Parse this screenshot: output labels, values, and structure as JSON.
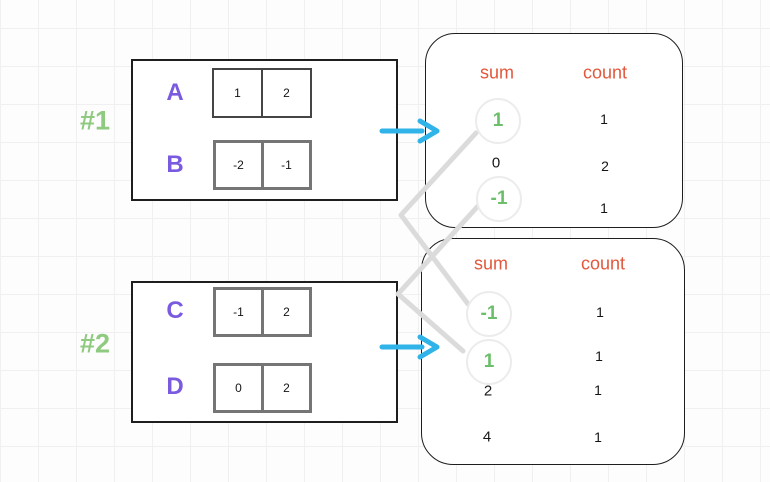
{
  "diagram": {
    "examples": [
      {
        "label": "#1",
        "arrays": [
          {
            "name": "A",
            "cells": [
              "1",
              "2"
            ]
          },
          {
            "name": "B",
            "cells": [
              "-2",
              "-1"
            ]
          }
        ],
        "result_table": {
          "columns": [
            "sum",
            "count"
          ],
          "rows": [
            {
              "sum": "1",
              "count": "1",
              "circled": true
            },
            {
              "sum": "0",
              "count": "2",
              "circled": false
            },
            {
              "sum": "-1",
              "count": "1",
              "circled": true
            }
          ]
        }
      },
      {
        "label": "#2",
        "arrays": [
          {
            "name": "C",
            "cells": [
              "-1",
              "2"
            ]
          },
          {
            "name": "D",
            "cells": [
              "0",
              "2"
            ]
          }
        ],
        "result_table": {
          "columns": [
            "sum",
            "count"
          ],
          "rows": [
            {
              "sum": "-1",
              "count": "1",
              "circled": true
            },
            {
              "sum": "1",
              "count": "1",
              "circled": true
            },
            {
              "sum": "2",
              "count": "1",
              "circled": false
            },
            {
              "sum": "4",
              "count": "1",
              "circled": false
            }
          ]
        }
      }
    ],
    "connections": [
      {
        "from": "example1-sum-1",
        "to": "example2-sum-1"
      },
      {
        "from": "example1-sum--1",
        "to": "example2-sum--1"
      }
    ],
    "colors": {
      "array_letter": "#7a5be0",
      "example_label": "#8fca80",
      "highlight_value": "#6cbf6a",
      "column_header": "#e2583c",
      "arrow": "#2fb3e8",
      "connector_line": "#dbdbdb",
      "box_border": "#1e1e1e"
    }
  }
}
